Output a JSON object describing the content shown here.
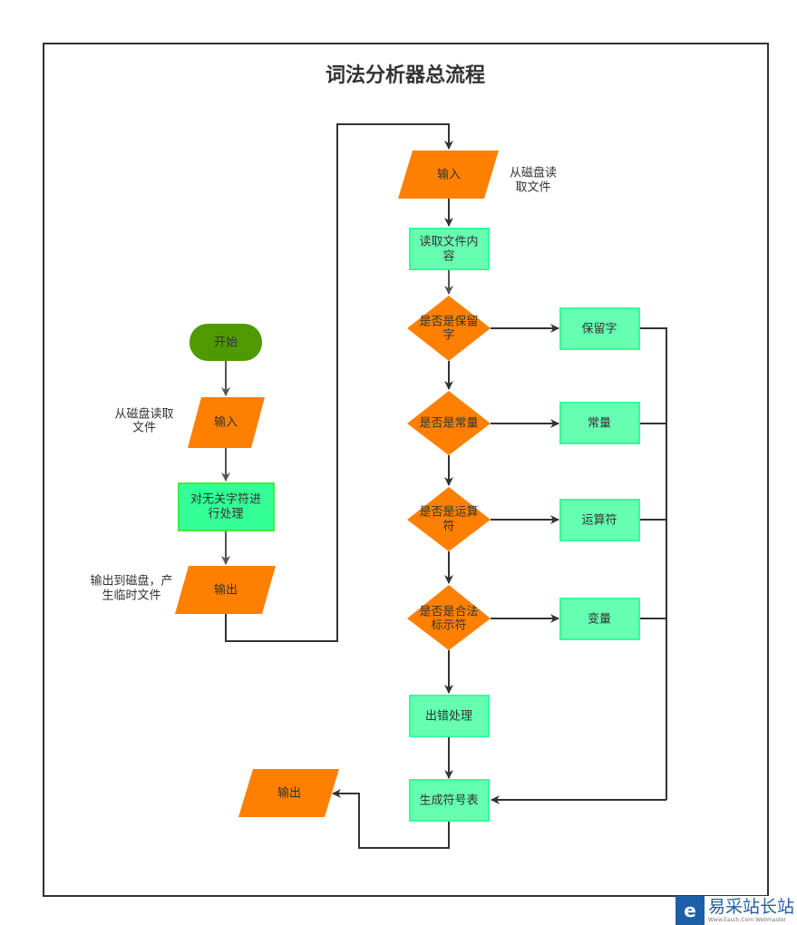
{
  "title": "词法分析器总流程",
  "colors": {
    "io": "#FF8000",
    "terminal": "#4E9A00",
    "process": "#66FFB2",
    "process_left": "#33FF99",
    "line": "#333333"
  },
  "left_flow": {
    "start": "开始",
    "input": "输入",
    "input_note_1": "从磁盘读取",
    "input_note_2": "文件",
    "process": "对无关字符进",
    "process_2": "行处理",
    "output": "输出",
    "output_note_1": "输出到磁盘，产",
    "output_note_2": "生临时文件"
  },
  "right_flow": {
    "input": "输入",
    "input_note_1": "从磁盘读",
    "input_note_2": "取文件",
    "read_1": "读取文件内",
    "read_2": "容",
    "decisions": [
      {
        "line1": "是否是保留",
        "line2": "字",
        "result": "保留字"
      },
      {
        "line1": "是否是常量",
        "line2": "",
        "result": "常量"
      },
      {
        "line1": "是否是运算",
        "line2": "符",
        "result": "运算符"
      },
      {
        "line1": "是否是合法",
        "line2": "标示符",
        "result": "变量"
      }
    ],
    "error": "出错处理",
    "symbol_table": "生成符号表",
    "output": "输出"
  },
  "watermark": {
    "text": "易采站长站",
    "sub": "Www.Easck.Com  Webmaster"
  }
}
